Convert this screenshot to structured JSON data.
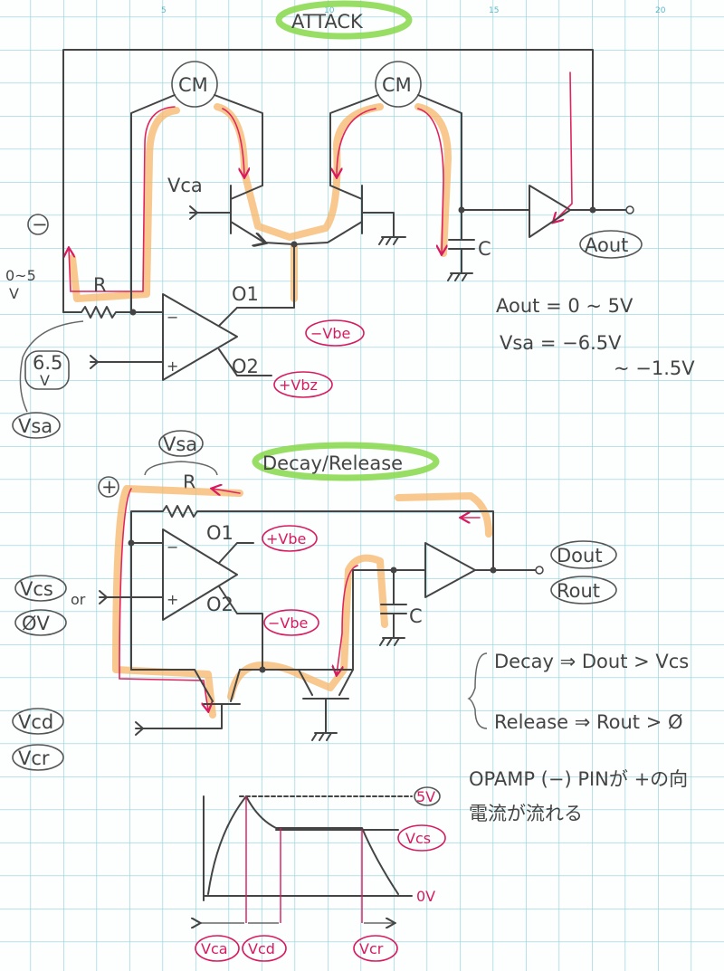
{
  "ruler": [
    "5",
    "10",
    "15",
    "20"
  ],
  "attack": {
    "title": "ATTACK",
    "cm1": "CM",
    "cm2": "CM",
    "vca": "Vca",
    "minus_sign": "−",
    "range": "0~5",
    "range_unit": "V",
    "r": "R",
    "v65": "6.5",
    "v65_unit": "V",
    "vsa": "Vsa",
    "o1": "O1",
    "o2": "O2",
    "minus_vbe": "−Vbe",
    "plus_vbz": "+Vbz",
    "c": "C",
    "aout": "Aout",
    "note1": "Aout = 0 ~ 5V",
    "note2": "Vsa = −6.5V",
    "note3": "~ −1.5V"
  },
  "decay": {
    "title": "Decay/Release",
    "vsa": "Vsa",
    "r": "R",
    "plus_sign": "+",
    "o1": "O1",
    "o2": "O2",
    "plus_vbe": "+Vbe",
    "minus_vbe": "−Vbe",
    "vcs": "Vcs",
    "or": "or",
    "zero_v": "ØV",
    "minus_in": "−",
    "plus_in": "+",
    "c": "C",
    "dout": "Dout",
    "rout": "Rout",
    "vcd": "Vcd",
    "vcr": "Vcr",
    "note_decay": "Decay ⇒ Dout > Vcs",
    "note_release": "Release ⇒ Rout > Ø",
    "note_jp1": "OPAMP (−) PINが +の向",
    "note_jp2": "電流が流れる"
  },
  "envelope": {
    "top": "5V",
    "sustain": "Vcs",
    "bottom": "0V",
    "vca": "Vca",
    "vcd": "Vcd",
    "vcr": "Vcr"
  }
}
